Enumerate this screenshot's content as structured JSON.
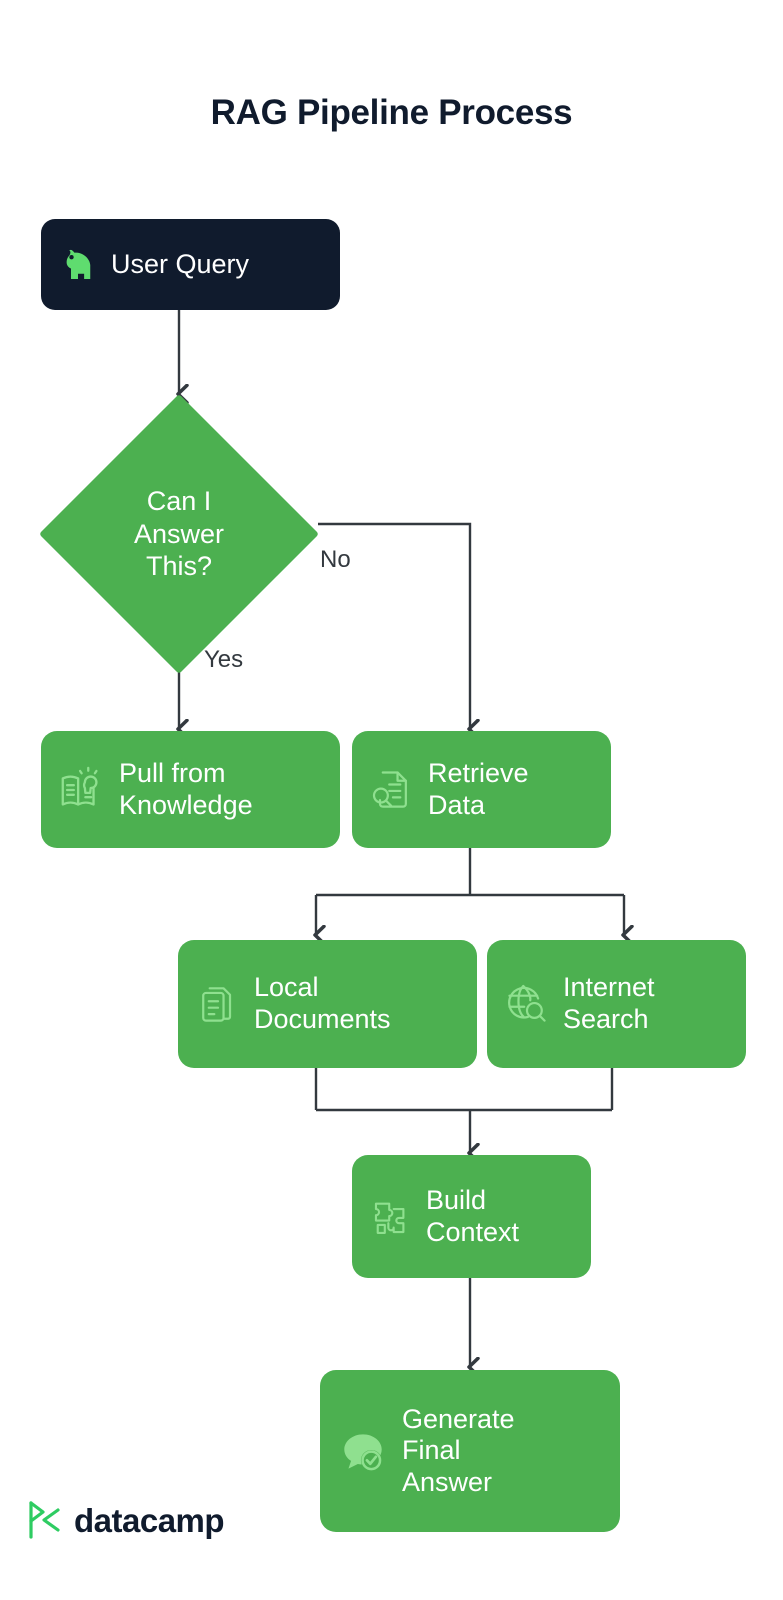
{
  "page": {
    "title": "RAG Pipeline Process",
    "background_color": "#ffffff",
    "title_color": "#101b2d"
  },
  "colors": {
    "green": "#4cb050",
    "green_icon": "#8fe08f",
    "dark_navy": "#101b2d",
    "connector": "#33393f",
    "white": "#ffffff",
    "brand_green": "#2ecc62"
  },
  "diagram": {
    "type": "flowchart",
    "nodes": [
      {
        "id": "user-query",
        "label": "User Query",
        "shape": "rounded-rect",
        "style": "dark",
        "icon": "head-flame-icon"
      },
      {
        "id": "can-i-answer-this",
        "label": "Can I\nAnswer\nThis?",
        "shape": "diamond",
        "style": "green",
        "icon": ""
      },
      {
        "id": "pull-from-knowledge",
        "label": "Pull from\nKnowledge",
        "shape": "rounded-rect",
        "style": "green",
        "icon": "book-lightbulb-icon"
      },
      {
        "id": "retrieve-data",
        "label": "Retrieve\nData",
        "shape": "rounded-rect",
        "style": "green",
        "icon": "document-search-icon"
      },
      {
        "id": "local-documents",
        "label": "Local\nDocuments",
        "shape": "rounded-rect",
        "style": "green",
        "icon": "documents-stack-icon"
      },
      {
        "id": "internet-search",
        "label": "Internet\nSearch",
        "shape": "rounded-rect",
        "style": "green",
        "icon": "globe-search-icon"
      },
      {
        "id": "build-context",
        "label": "Build\nContext",
        "shape": "rounded-rect",
        "style": "green",
        "icon": "puzzle-pieces-icon"
      },
      {
        "id": "generate-final-answer",
        "label": "Generate\nFinal\nAnswer",
        "shape": "rounded-rect",
        "style": "green",
        "icon": "chat-check-icon"
      }
    ],
    "edges": [
      {
        "from": "user-query",
        "to": "can-i-answer-this",
        "label": ""
      },
      {
        "from": "can-i-answer-this",
        "to": "pull-from-knowledge",
        "label": "Yes"
      },
      {
        "from": "can-i-answer-this",
        "to": "retrieve-data",
        "label": "No"
      },
      {
        "from": "retrieve-data",
        "to": "local-documents",
        "label": ""
      },
      {
        "from": "retrieve-data",
        "to": "internet-search",
        "label": ""
      },
      {
        "from": "local-documents",
        "to": "build-context",
        "label": ""
      },
      {
        "from": "internet-search",
        "to": "build-context",
        "label": ""
      },
      {
        "from": "build-context",
        "to": "generate-final-answer",
        "label": ""
      }
    ],
    "edge_labels": {
      "yes": "Yes",
      "no": "No"
    }
  },
  "footer": {
    "brand_name": "datacamp",
    "logo_icon": "datacamp-logo-icon"
  }
}
